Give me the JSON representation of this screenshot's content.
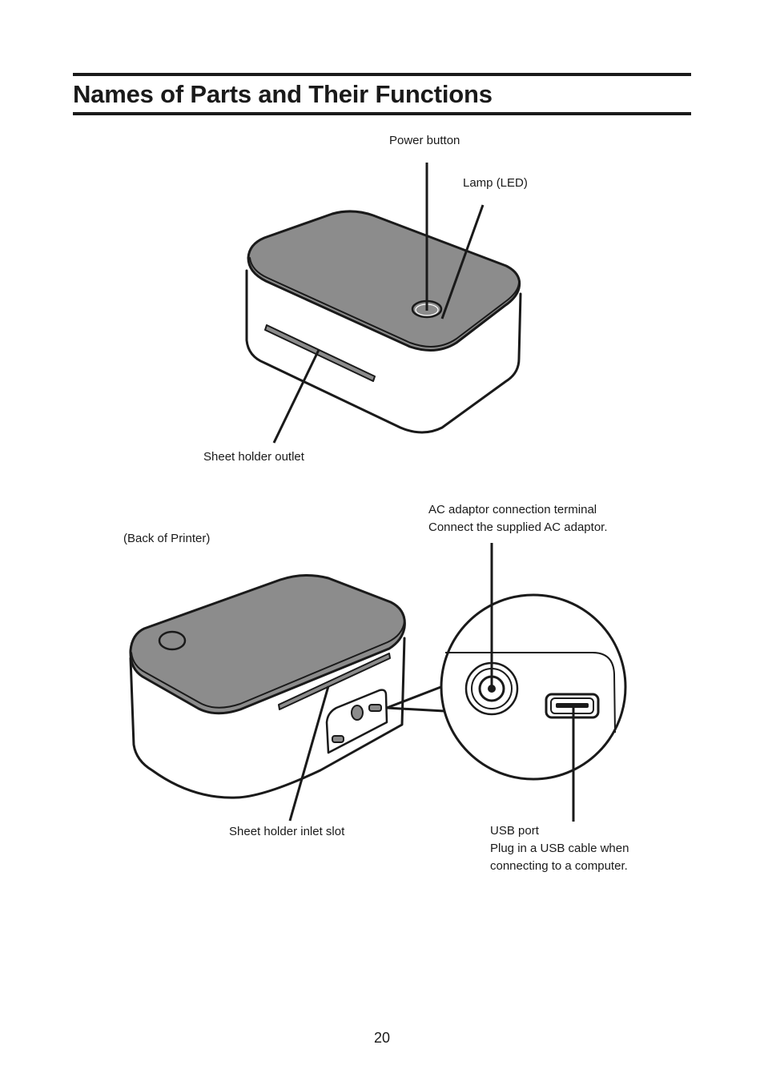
{
  "page": {
    "title": "Names of Parts and Their Functions",
    "page_number": "20"
  },
  "front_figure": {
    "labels": {
      "power_button": "Power button",
      "lamp": "Lamp (LED)",
      "sheet_outlet": "Sheet holder outlet"
    }
  },
  "back_figure": {
    "caption": "(Back of Printer)",
    "labels": {
      "ac_title": "AC adaptor connection terminal",
      "ac_desc": "Connect the supplied AC adaptor.",
      "inlet": "Sheet holder inlet slot",
      "usb_title": "USB port",
      "usb_desc_1": "Plug in a USB cable when",
      "usb_desc_2": "connecting to a computer."
    }
  },
  "colors": {
    "lid": "#8c8c8c",
    "outline": "#1a1a1a",
    "body": "#ffffff"
  },
  "icons": [
    "power-button-icon",
    "lamp-led-icon",
    "dc-jack-icon",
    "usb-port-icon"
  ]
}
